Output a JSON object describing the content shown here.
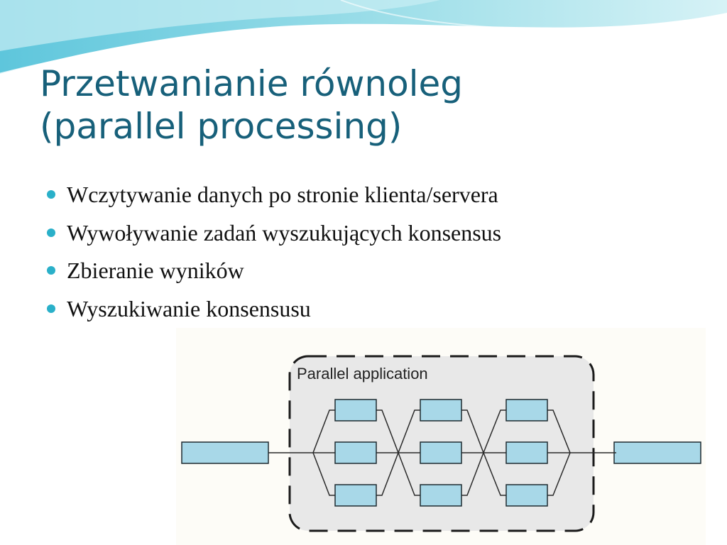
{
  "slide": {
    "title_lines": [
      "Przetwanianie równoleg",
      "(parallel processing)"
    ],
    "bullets": [
      "Wczytywanie danych po stronie klienta/servera",
      "Wywoływanie zadań wyszukujących konsensus",
      "Zbieranie wyników",
      "Wyszukiwanie konsensusu"
    ]
  },
  "diagram": {
    "label": "Parallel application",
    "stages": 3,
    "tasks_per_stage": 3,
    "colors": {
      "box_fill": "#a8d8e8",
      "box_stroke": "#1e2a30",
      "container_fill": "#e8e8e8",
      "line": "#2a2a2a",
      "accent": "#2ab0c9",
      "title": "#17607a"
    }
  }
}
